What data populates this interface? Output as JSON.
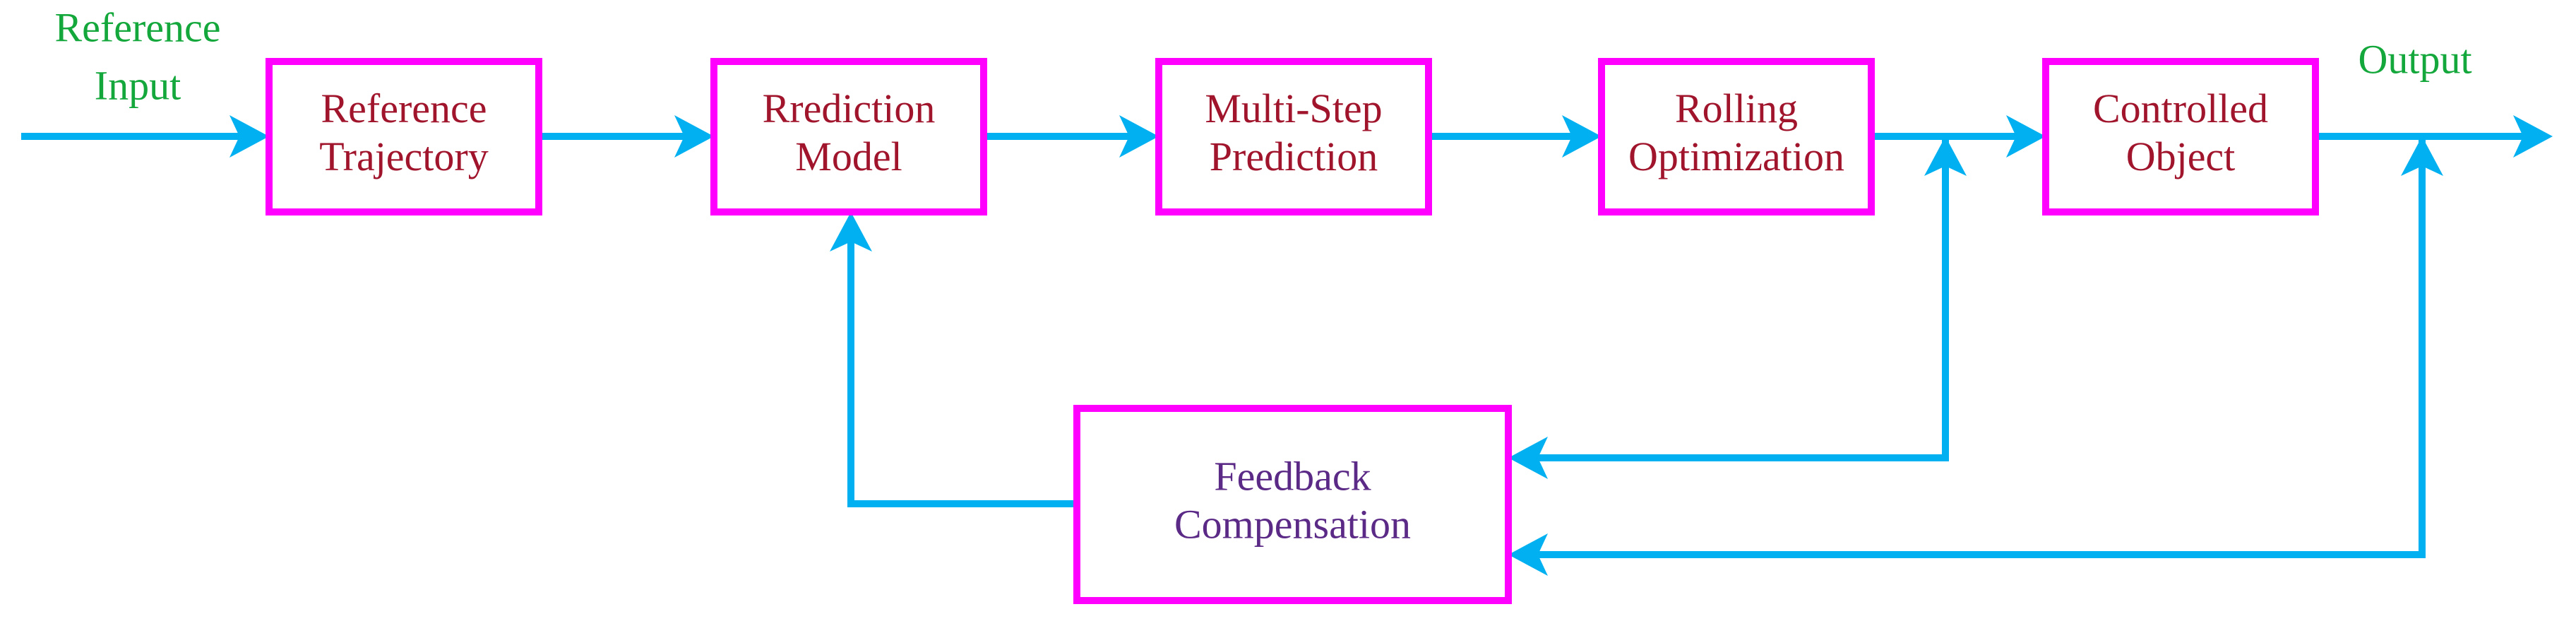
{
  "colors": {
    "box_border": "#ff00ff",
    "box_text": "#a0142c",
    "feedback_text": "#5b2a86",
    "arrow": "#00b0f0",
    "io_label": "#14a83c"
  },
  "labels": {
    "reference_input": [
      "Reference",
      "Input"
    ],
    "output": [
      "Output"
    ]
  },
  "nodes": [
    {
      "id": "reference-trajectory",
      "lines": [
        "Reference",
        "Trajectory"
      ]
    },
    {
      "id": "prediction-model",
      "lines": [
        "Rrediction",
        "Model"
      ]
    },
    {
      "id": "multi-step-prediction",
      "lines": [
        "Multi-Step",
        "Prediction"
      ]
    },
    {
      "id": "rolling-optimization",
      "lines": [
        "Rolling",
        "Optimization"
      ]
    },
    {
      "id": "controlled-object",
      "lines": [
        "Controlled",
        "Object"
      ]
    },
    {
      "id": "feedback-compensation",
      "lines": [
        "Feedback",
        "Compensation"
      ]
    }
  ],
  "edges": [
    {
      "from": "reference-input",
      "to": "reference-trajectory"
    },
    {
      "from": "reference-trajectory",
      "to": "prediction-model"
    },
    {
      "from": "prediction-model",
      "to": "multi-step-prediction"
    },
    {
      "from": "multi-step-prediction",
      "to": "rolling-optimization"
    },
    {
      "from": "rolling-optimization",
      "to": "controlled-object"
    },
    {
      "from": "controlled-object",
      "to": "output"
    },
    {
      "from": "rolling-optimization",
      "to": "feedback-compensation"
    },
    {
      "from": "controlled-object",
      "to": "feedback-compensation"
    },
    {
      "from": "feedback-compensation",
      "to": "prediction-model"
    }
  ]
}
